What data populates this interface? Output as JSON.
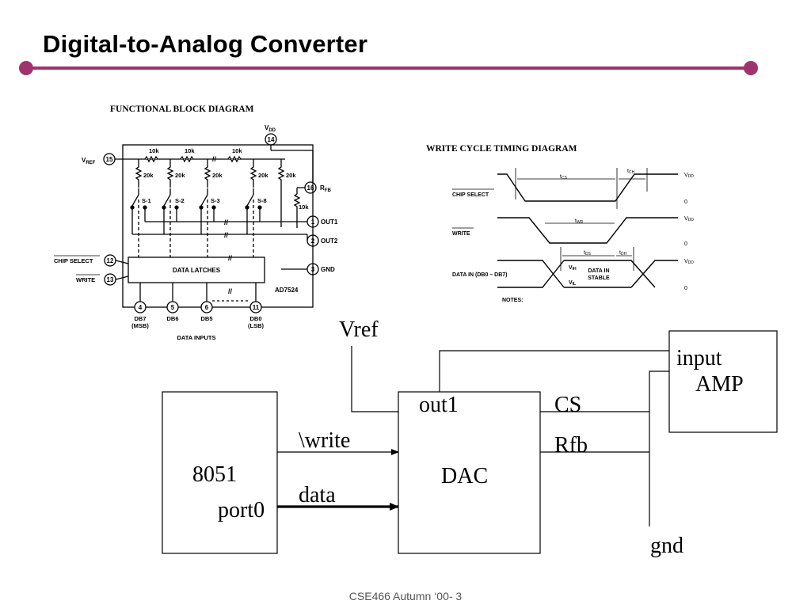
{
  "slide": {
    "title": "Digital-to-Analog Converter",
    "footer": "CSE466 Autumn ‘00- 3",
    "accent_color": "#a0336e"
  },
  "block_diagram": {
    "heading": "FUNCTIONAL BLOCK DIAGRAM",
    "vdd": "V",
    "vdd_sub": "DD",
    "vdd_pin": "14",
    "vref": "V",
    "vref_sub": "REF",
    "vref_pin": "15",
    "rfb": "R",
    "rfb_sub": "FB",
    "rfb_pin": "16",
    "out1": "OUT1",
    "out1_pin": "1",
    "out2": "OUT2",
    "out2_pin": "2",
    "gnd": "GND",
    "gnd_pin": "3",
    "chip_select": "CHIP SELECT",
    "chip_select_pin": "12",
    "write": "WRITE",
    "write_pin": "13",
    "data_latches": "DATA LATCHES",
    "part_number": "AD7524",
    "series_resistors": [
      "10k",
      "10k",
      "10k"
    ],
    "shunt_resistors": [
      "20k",
      "20k",
      "20k",
      "20k",
      "20k"
    ],
    "rfb_resistor": "10k",
    "switches": [
      "S-1",
      "S-2",
      "S-3",
      "S-8"
    ],
    "data_pins": [
      {
        "pin": "4",
        "name": "DB7",
        "note": "(MSB)"
      },
      {
        "pin": "5",
        "name": "DB6",
        "note": ""
      },
      {
        "pin": "6",
        "name": "DB5",
        "note": ""
      },
      {
        "pin": "11",
        "name": "DB0",
        "note": "(LSB)"
      }
    ],
    "data_inputs": "DATA INPUTS"
  },
  "timing_diagram": {
    "heading": "WRITE CYCLE TIMING DIAGRAM",
    "signals": [
      "CHIP SELECT",
      "WRITE",
      "DATA IN (DB0 – DB7)"
    ],
    "t_cs": "t",
    "t_cs_sub": "CS",
    "t_ch": "t",
    "t_ch_sub": "CH",
    "t_wr": "t",
    "t_wr_sub": "WR",
    "t_ds": "t",
    "t_ds_sub": "DS",
    "t_dh": "t",
    "t_dh_sub": "DH",
    "vdd": "V",
    "vdd_sub": "DD",
    "zero": "0",
    "vih": "V",
    "vih_sub": "IH",
    "vil": "V",
    "vil_sub": "IL",
    "data_stable_1": "DATA IN",
    "data_stable_2": "STABLE",
    "notes": "NOTES:"
  },
  "system_diagram": {
    "mcu": "8051",
    "port": "port0",
    "write_signal": "\\write",
    "data_signal": "data",
    "dac": "DAC",
    "out1": "out1",
    "vref": "Vref",
    "cs": "CS",
    "rfb": "Rfb",
    "amp_line1": "input",
    "amp_line2": "AMP",
    "gnd": "gnd"
  }
}
